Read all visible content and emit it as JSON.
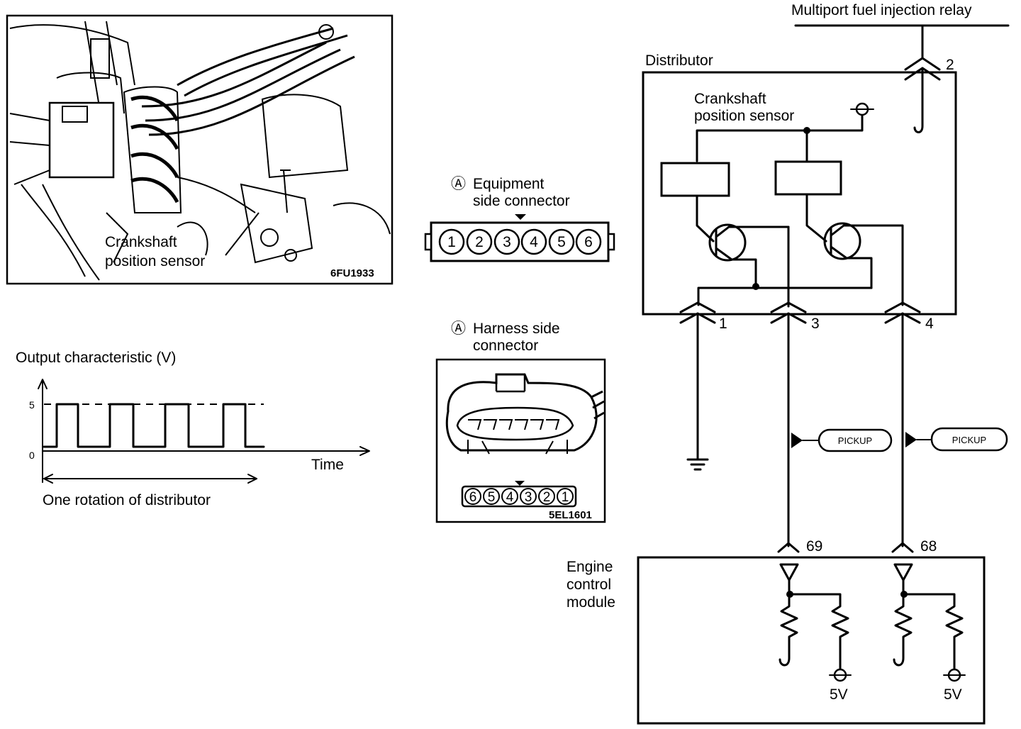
{
  "photo": {
    "sensor_label_line1": "Crankshaft",
    "sensor_label_line2": "position sensor",
    "code": "6FU1933"
  },
  "equipment_connector": {
    "marker": "Ⓐ",
    "title_line1": "Equipment",
    "title_line2": "side connector",
    "pins": [
      "1",
      "2",
      "3",
      "4",
      "5",
      "6"
    ]
  },
  "harness_connector": {
    "marker": "Ⓐ",
    "title_line1": "Harness side",
    "title_line2": "connector",
    "pins": [
      "6",
      "5",
      "4",
      "3",
      "2",
      "1"
    ],
    "code": "5EL1601"
  },
  "output_chart": {
    "title": "Output characteristic (V)",
    "y_tick_high": "5",
    "y_tick_low": "0",
    "x_label": "Time",
    "span_label": "One rotation of distributor"
  },
  "schematic": {
    "relay_label": "Multiport fuel injection relay",
    "distributor_label": "Distributor",
    "sensor_label_line1": "Crankshaft",
    "sensor_label_line2": "position sensor",
    "terminals": {
      "t1": "1",
      "t2": "2",
      "t3": "3",
      "t4": "4",
      "t68": "68",
      "t69": "69"
    },
    "pickup_label": "PICKUP",
    "ecm_label_line1": "Engine",
    "ecm_label_line2": "control",
    "ecm_label_line3": "module",
    "supply_label": "5V"
  }
}
